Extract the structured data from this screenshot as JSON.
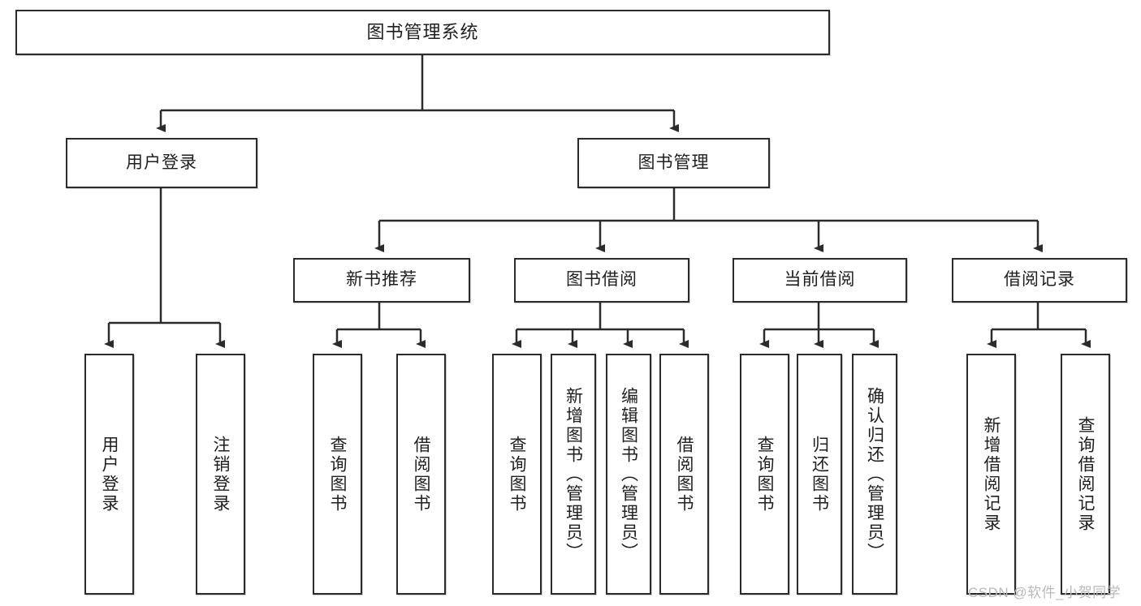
{
  "diagram": {
    "title": "图书管理系统",
    "watermark": "CSDN @软件_小贺同学",
    "nodes": {
      "root": "图书管理系统",
      "user_login": "用户登录",
      "book_manage": "图书管理",
      "new_book_rec": "新书推荐",
      "book_borrow": "图书借阅",
      "current_borrow": "当前借阅",
      "borrow_record": "借阅记录",
      "leaf_user_login": "用户登录",
      "leaf_logout": "注销登录",
      "leaf_query_book_1": "查询图书",
      "leaf_borrow_book_1": "借阅图书",
      "leaf_query_book_2": "查询图书",
      "leaf_add_book_admin": "新增图书（管理员）",
      "leaf_edit_book_admin": "编辑图书（管理员）",
      "leaf_borrow_book_2": "借阅图书",
      "leaf_query_book_3": "查询图书",
      "leaf_return_book": "归还图书",
      "leaf_confirm_return_admin": "确认归还（管理员）",
      "leaf_add_record": "新增借阅记录",
      "leaf_query_record": "查询借阅记录"
    },
    "colors": {
      "stroke": "#2b2b2b",
      "fill": "#ffffff",
      "text": "#1f1f1f",
      "watermark": "#b9b9b9"
    }
  }
}
